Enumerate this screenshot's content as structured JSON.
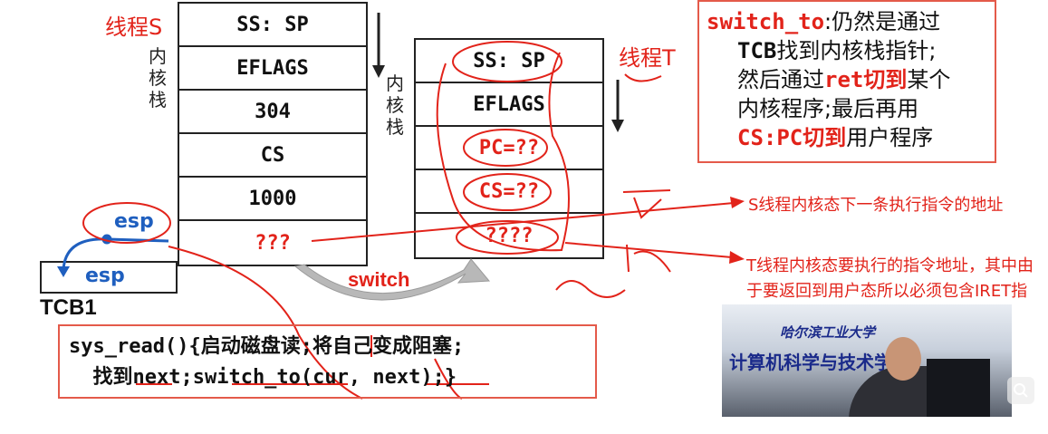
{
  "threadS": {
    "label": "线程S",
    "stack_label": "内核栈",
    "cells": [
      "SS: SP",
      "EFLAGS",
      "304",
      "CS",
      "1000",
      "???"
    ]
  },
  "threadT": {
    "label": "线程T",
    "stack_label": "内核栈",
    "cells": [
      "SS: SP",
      "EFLAGS",
      "PC=??",
      "CS=??",
      "????"
    ]
  },
  "tcb": {
    "label": "TCB1",
    "esp_in_tcb": "esp",
    "esp_in_stack": "esp"
  },
  "switch_label": "switch",
  "note": {
    "l1a": "switch_to",
    "l1b": ":仍然是通过",
    "l2a": "TCB",
    "l2b": "找到内核栈指针;",
    "l3a": "然后通过",
    "l3b": "ret切到",
    "l3c": "某个",
    "l4": "内核程序;最后再用",
    "l5a": "CS:PC切到",
    "l5b": "用户程序"
  },
  "annotations": {
    "s": "S线程内核态下一条执行指令的地址",
    "t": "T线程内核态要执行的指令地址，其中由于要返回到用户态所以必须包含IRET指令。"
  },
  "code": {
    "line1": "sys_read(){启动磁盘读;将自己变成阻塞;",
    "line2": "  找到next;switch_to(cur, next);}"
  },
  "video": {
    "banner": "计算机科学与技术学院",
    "school": "哈尔滨工业大学"
  },
  "colors": {
    "accent": "#e2231a",
    "blue": "#1f5fbf"
  }
}
